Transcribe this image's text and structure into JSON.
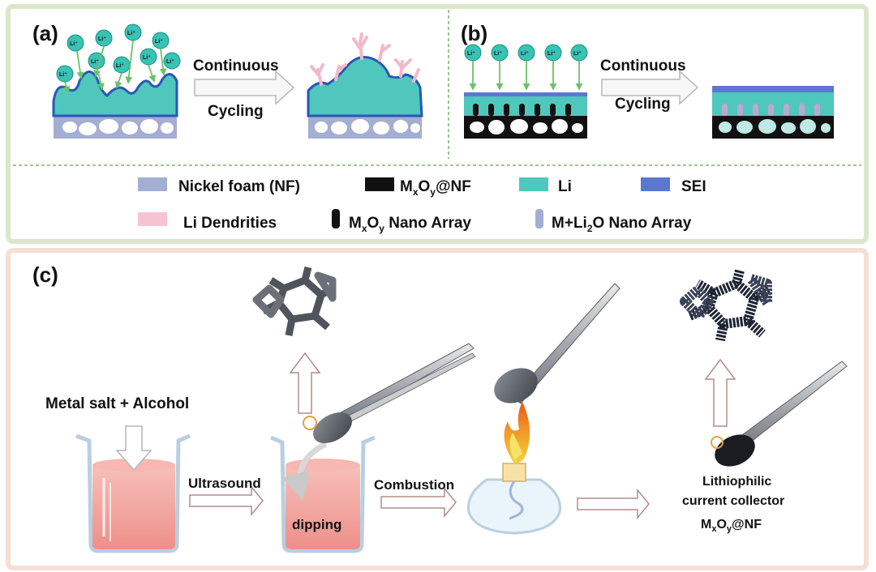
{
  "panels": {
    "a": {
      "label": "(a)",
      "arrow_line1": "Continuous",
      "arrow_line2": "Cycling"
    },
    "b": {
      "label": "(b)",
      "arrow_line1": "Continuous",
      "arrow_line2": "Cycling"
    },
    "c": {
      "label": "(c)"
    }
  },
  "ion_label": "Li⁺",
  "legend": [
    {
      "key": "nickel_foam",
      "text": "Nickel foam (NF)",
      "color": "#a3aed2"
    },
    {
      "key": "mxoy_nf",
      "text_parts": [
        "M",
        "x",
        "O",
        "y",
        "@NF"
      ],
      "color": "#111111"
    },
    {
      "key": "li",
      "text": "Li",
      "color": "#4fc7bd"
    },
    {
      "key": "sei",
      "text": "SEI",
      "color": "#5a78d0"
    },
    {
      "key": "li_dendrites",
      "text": "Li Dendrities",
      "color": "#f7c3d2"
    },
    {
      "key": "mxoy_array",
      "text_parts": [
        "M",
        "x",
        "O",
        "y",
        " Nano Array"
      ],
      "color": "#111111"
    },
    {
      "key": "m_li2o_array",
      "text_parts": [
        "M+Li",
        "2",
        "O Nano Array"
      ],
      "color": "#a3aed2"
    }
  ],
  "process": {
    "start_label": "Metal salt + Alcohol",
    "step1": "Ultrasound",
    "dipping": "dipping",
    "step2": "Combustion",
    "result_line1": "Lithiophilic",
    "result_line2": "current collector",
    "result_formula_parts": [
      "M",
      "x",
      "O",
      "y",
      "@NF"
    ]
  },
  "colors": {
    "top_frame": "#dfe9cf",
    "bottom_frame": "#f6e1d6",
    "li": "#4fc7bd",
    "sei": "#5a78d0",
    "dendrite": "#f7c3d2",
    "nickel": "#a3aed2",
    "solution": "#f2a3a0",
    "arrow_green": "#6cc26a"
  }
}
